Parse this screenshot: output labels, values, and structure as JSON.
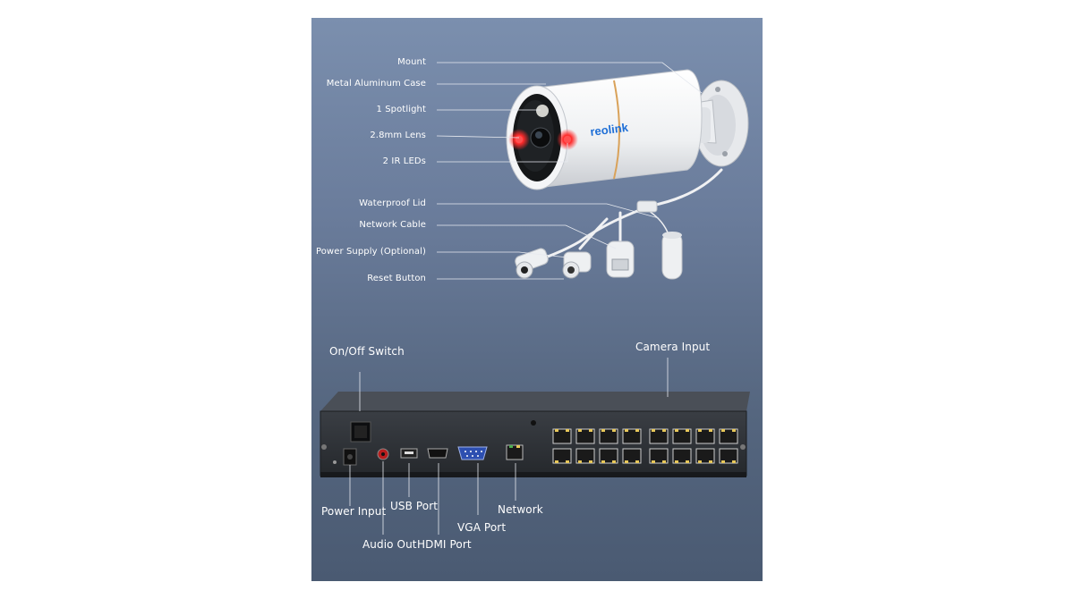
{
  "brand": "reolink",
  "camera_labels": {
    "mount": "Mount",
    "case": "Metal Aluminum Case",
    "spotlight": "1 Spotlight",
    "lens": "2.8mm Lens",
    "ir_leds": "2 IR LEDs",
    "waterproof_lid": "Waterproof Lid",
    "network_cable": "Network Cable",
    "power_supply": "Power Supply (Optional)",
    "reset_button": "Reset Button"
  },
  "nvr_labels": {
    "on_off_switch": "On/Off Switch",
    "camera_input": "Camera Input",
    "power_input": "Power Input",
    "usb_port": "USB Port",
    "audio_out": "Audio Out",
    "hdmi_port": "HDMI Port",
    "vga_port": "VGA Port",
    "network": "Network"
  },
  "colors": {
    "background_top": "#7b8fae",
    "background_bottom": "#4a5a72",
    "camera_body": "#f2f3f5",
    "ir_led": "#ff2a2a",
    "accent_ring": "#d9a25a",
    "nvr_body": "#2b2e33",
    "port_yellow": "#e8c85a"
  }
}
